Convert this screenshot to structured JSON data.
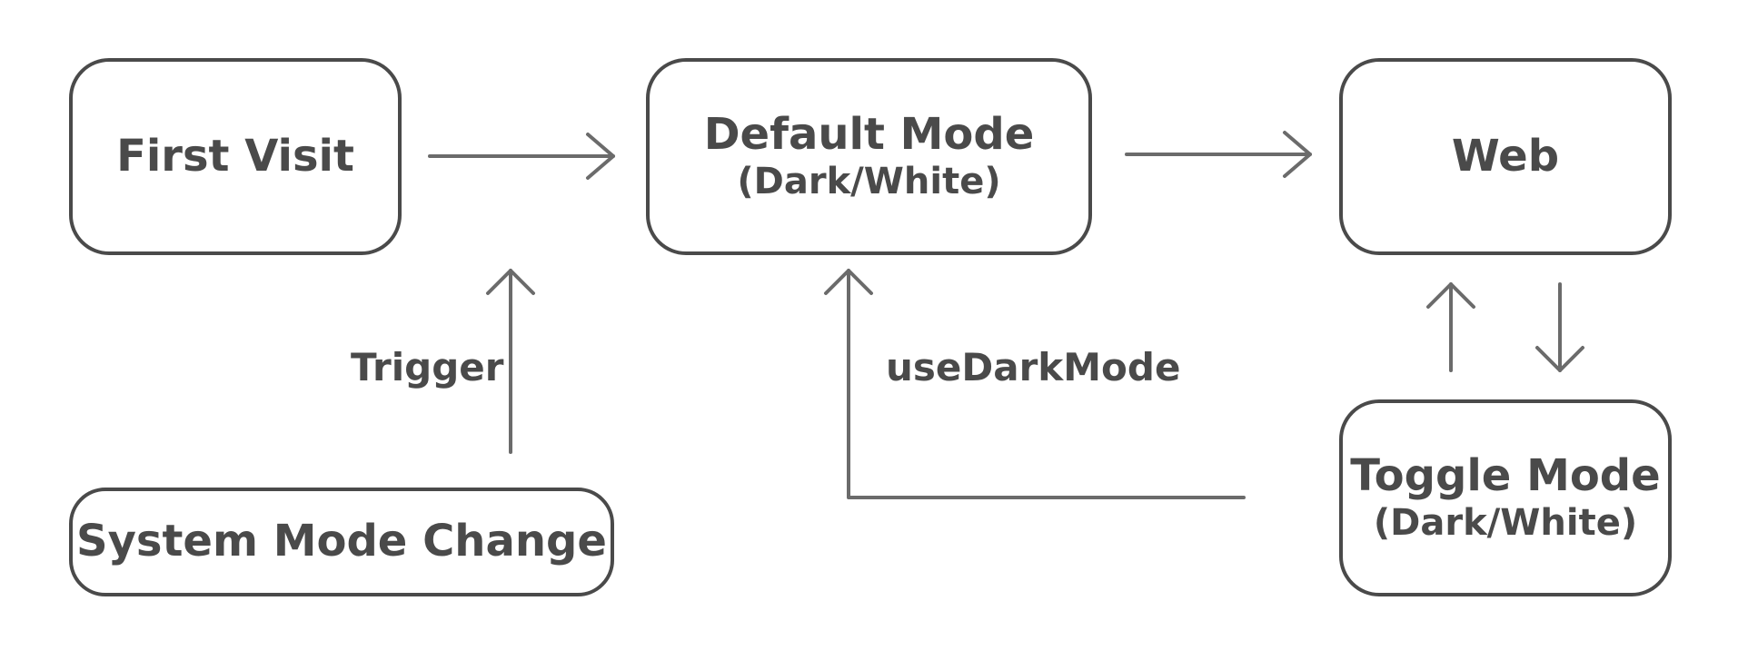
{
  "nodes": {
    "first_visit": {
      "title": "First Visit"
    },
    "default_mode": {
      "title": "Default Mode",
      "subtitle": "(Dark/White)"
    },
    "web": {
      "title": "Web"
    },
    "system_mode_change": {
      "title": "System Mode Change"
    },
    "toggle_mode": {
      "title": "Toggle Mode",
      "subtitle": "(Dark/White)"
    }
  },
  "edges": {
    "trigger": "Trigger",
    "use_dark_mode": "useDarkMode"
  }
}
